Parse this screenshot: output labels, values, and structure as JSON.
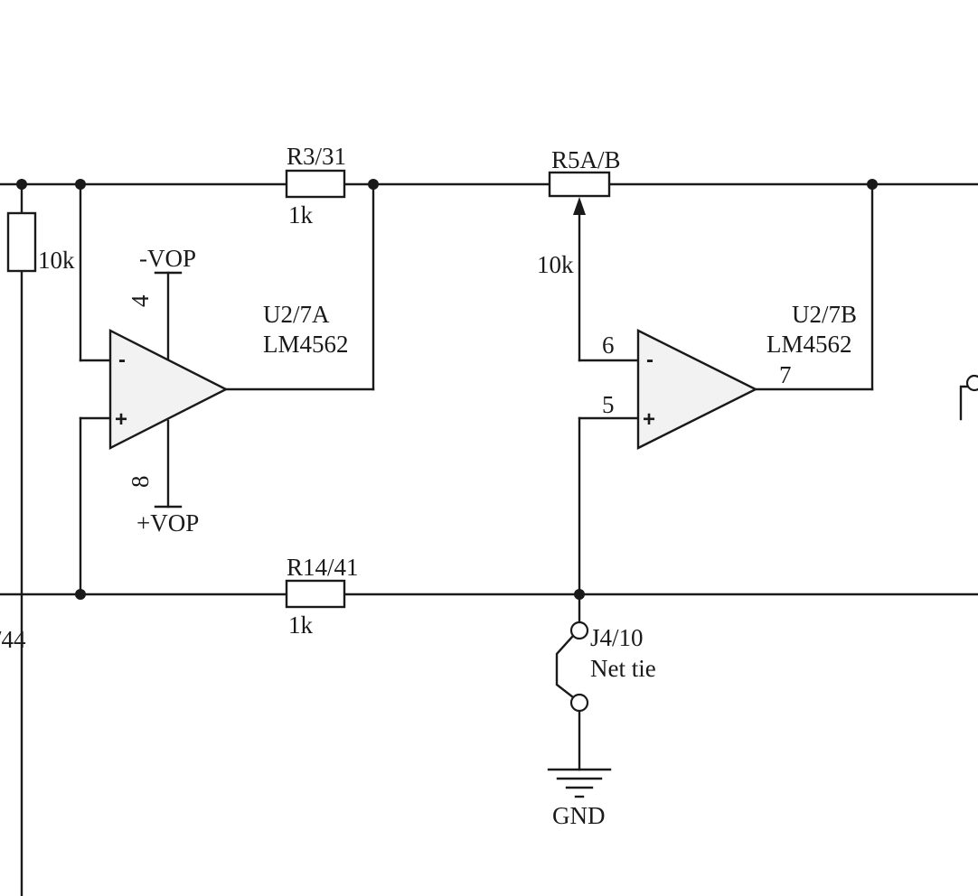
{
  "components": {
    "r_left": {
      "value": "10k"
    },
    "r3": {
      "ref": "R3/31",
      "value": "1k"
    },
    "r14": {
      "ref": "R14/41",
      "value": "1k"
    },
    "r5": {
      "ref": "R5A/B",
      "value": "10k"
    },
    "u2a": {
      "ref": "U2/7A",
      "part": "LM4562",
      "pin_vneg": "4",
      "pin_vpos": "8",
      "minus_sign": "-",
      "plus_sign": "+"
    },
    "u2b": {
      "ref": "U2/7B",
      "part": "LM4562",
      "pin_inv": "6",
      "pin_noninv": "5",
      "pin_out": "7",
      "minus_sign": "-",
      "plus_sign": "+"
    },
    "j4": {
      "ref": "J4/10",
      "desc": "Net tie"
    },
    "left_cut_label": "/44"
  },
  "nets": {
    "vneg": "-VOP",
    "vpos": "+VOP",
    "gnd": "GND"
  }
}
